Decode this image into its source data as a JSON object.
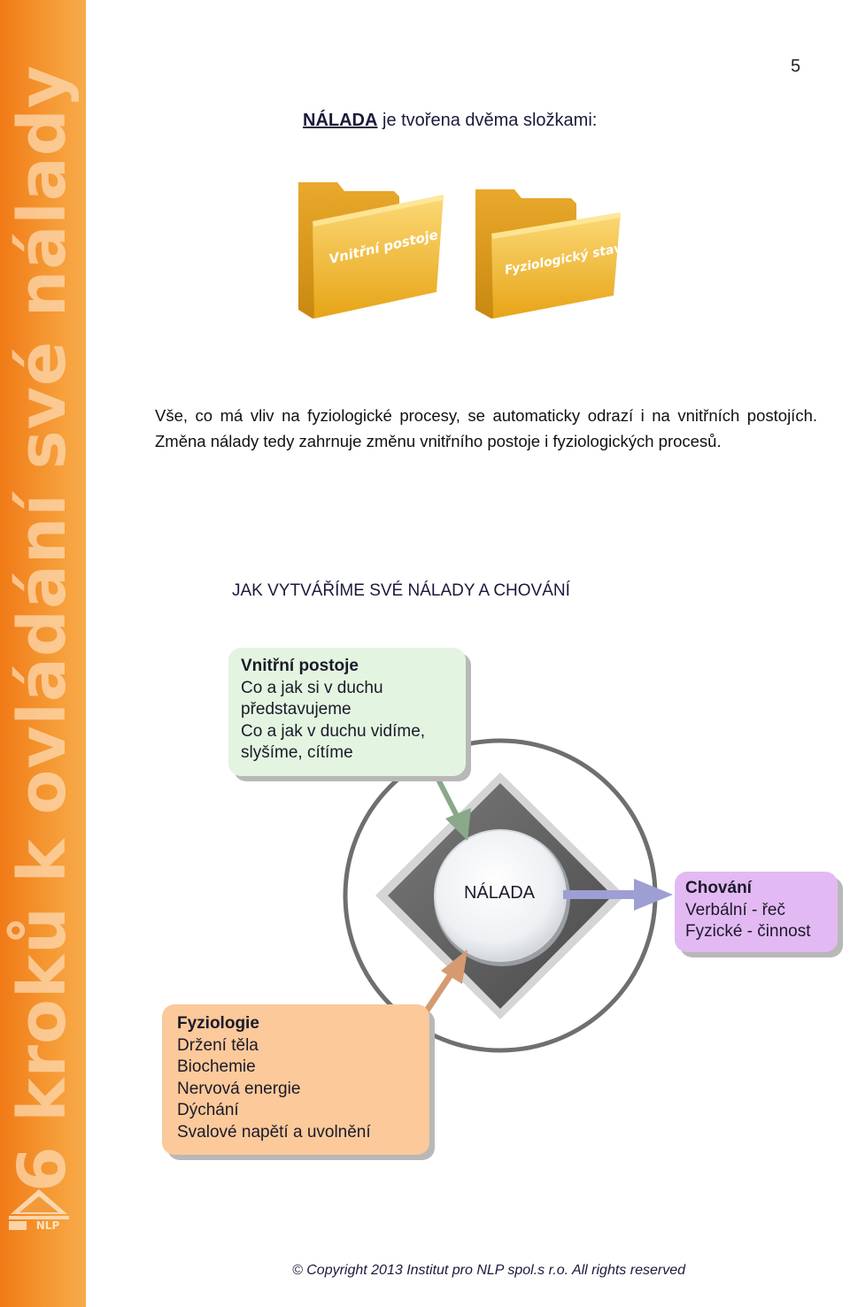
{
  "sidebar": {
    "text": "6 kroků k ovládání své nálady",
    "logo_text": "NLP"
  },
  "page_number": "5",
  "heading": {
    "strong": "NÁLADA",
    "rest": " je tvořena dvěma složkami:"
  },
  "folders": [
    {
      "label": "Vnitřní postoje"
    },
    {
      "label": "Fyziologický stav"
    }
  ],
  "paragraph": "Vše, co má vliv na fyziologické procesy, se automaticky odrazí i na vnitřních postojích. Změna nálady tedy zahrnuje změnu vnitřního postoje i fyziologických procesů.",
  "section_title": "JAK VYTVÁŘÍME SVÉ NÁLADY A CHOVÁNÍ",
  "diagram": {
    "center": "NÁLADA",
    "vnitrni": {
      "title": "Vnitřní postoje",
      "lines": [
        "Co a jak si v duchu",
        "představujeme",
        "Co a jak v duchu vidíme,",
        "slyšíme, cítíme"
      ]
    },
    "chovani": {
      "title": "Chování",
      "lines": [
        "Verbální - řeč",
        "Fyzické - činnost"
      ]
    },
    "fyziologie": {
      "title": "Fyziologie",
      "lines": [
        "Držení těla",
        "Biochemie",
        "Nervová energie",
        "Dýchání",
        "Svalové napětí a uvolnění"
      ]
    },
    "colors": {
      "vnitrni_bg": "#e3f5e0",
      "chovani_bg": "#e3b9f3",
      "fyziologie_bg": "#fcc99a",
      "arrow_green": "#8aa88a",
      "arrow_purple": "#9d9fd3",
      "arrow_orange": "#d69a70"
    }
  },
  "footer": "© Copyright  2013 Institut pro NLP spol.s r.o. All rights reserved"
}
